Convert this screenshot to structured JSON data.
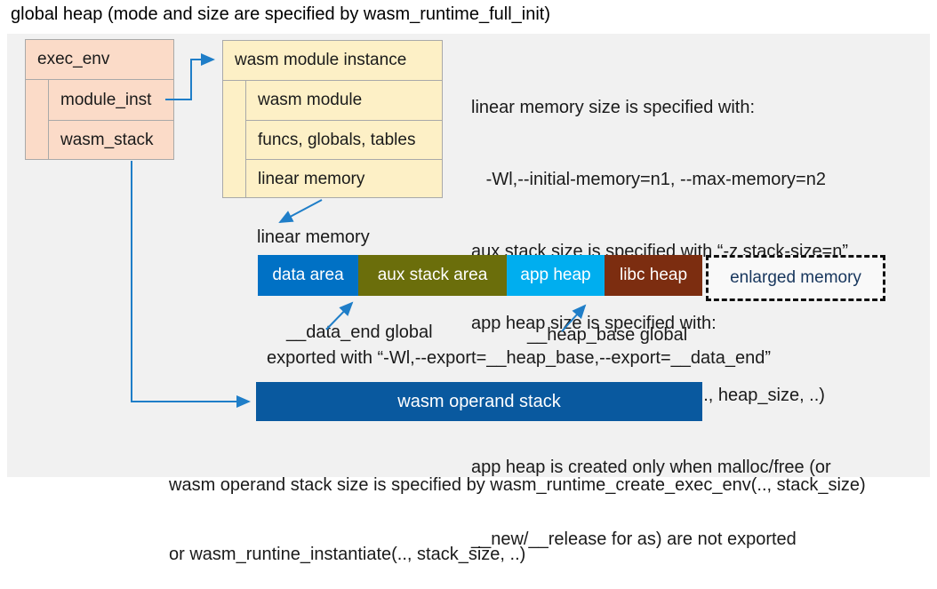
{
  "title": "global heap (mode and size are specified by wasm_runtime_full_init)",
  "exec_env_box": {
    "header": "exec_env",
    "rows": [
      "module_inst",
      "wasm_stack"
    ]
  },
  "module_instance_box": {
    "header": "wasm module instance",
    "rows": [
      "wasm module",
      "funcs, globals, tables",
      "linear memory"
    ]
  },
  "notes": {
    "lines": [
      "linear memory size is specified with:",
      "   -Wl,--initial-memory=n1, --max-memory=n2",
      "aux stack size is specified with “-z stack-size=n”",
      "app heap size is specified with:",
      "   wasm_runtime_instantiate(.., heap_size, ..)",
      "app heap is created only when malloc/free (or",
      "__new/__release for as) are not exported"
    ]
  },
  "linear_memory": {
    "label": "linear memory",
    "segments": [
      {
        "label": "data area",
        "color": "#0071c5"
      },
      {
        "label": "aux stack area",
        "color": "#6b6e0b"
      },
      {
        "label": "app heap",
        "color": "#00aeef"
      },
      {
        "label": "libc heap",
        "color": "#7c2d10"
      },
      {
        "label": "enlarged memory",
        "color": "#f9f9f9",
        "text_color": "#17365d",
        "border": "dashed"
      }
    ],
    "annotations": {
      "data_end": "__data_end global",
      "heap_base": "__heap_base global",
      "exported": "exported with “-Wl,--export=__heap_base,--export=__data_end”"
    }
  },
  "operand_stack": {
    "label": "wasm operand stack",
    "color": "#09599f"
  },
  "footer": {
    "lines": [
      "wasm operand stack size is specified by wasm_runtime_create_exec_env(.., stack_size)",
      "or wasm_runtine_instantiate(.., stack_size, ..)"
    ]
  },
  "palette": {
    "panel_background": "#f1f1f1",
    "exec_env_fill": "#fbdbc8",
    "module_instance_fill": "#fdf0c6",
    "box_border": "#a9a9a9",
    "arrow_blue": "#1f7ec8"
  }
}
